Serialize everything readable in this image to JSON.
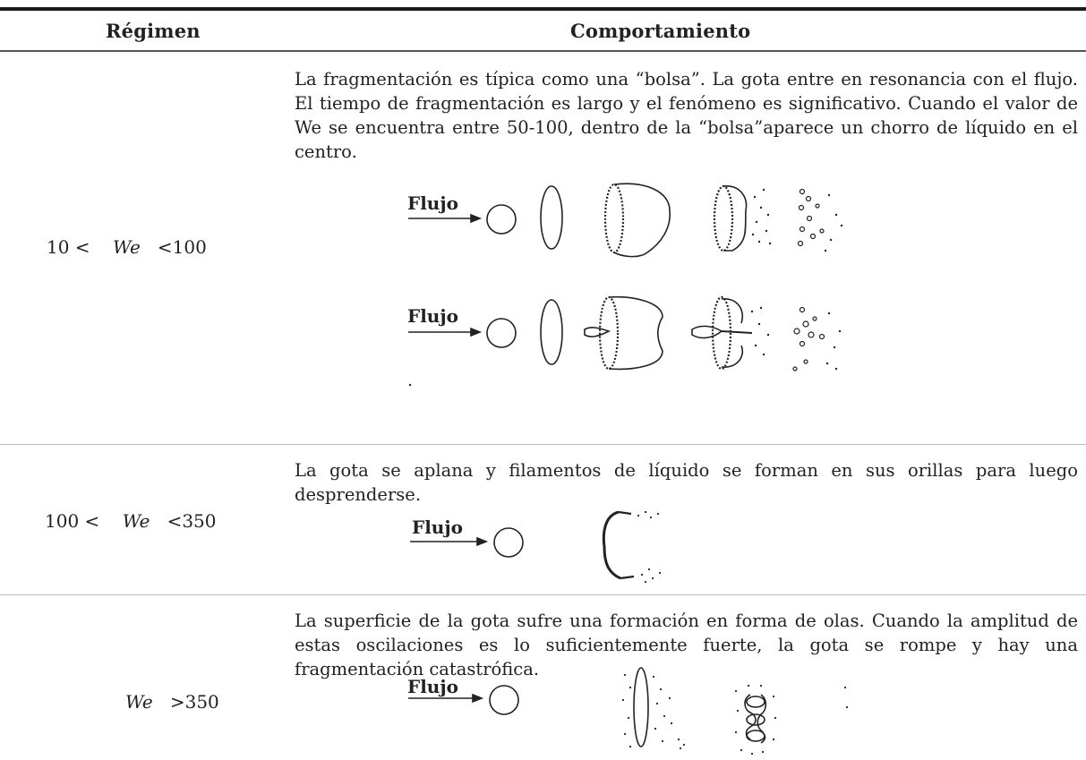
{
  "table": {
    "headers": {
      "regime": "Régimen",
      "behavior": "Comportamiento"
    },
    "rows": [
      {
        "regime_low": "10 <",
        "regime_var": "We",
        "regime_high": "<100",
        "description": "La fragmentación es típica como una “bolsa”. La gota entre en resonancia con el flujo. El tiempo de fragmentación es largo y el fenómeno es significativo. Cuando el valor de We se encuentra entre 50-100, dentro de la “bolsa”aparece un chorro de líquido en el centro.",
        "figure_labels": [
          "Flujo",
          "Flujo"
        ]
      },
      {
        "regime_low": "100 <",
        "regime_var": "We",
        "regime_high": "<350",
        "description": "La gota se aplana y filamentos de líquido se forman en sus orillas para luego desprenderse.",
        "figure_labels": [
          "Flujo"
        ]
      },
      {
        "regime_low": "",
        "regime_var": "We",
        "regime_high": ">350",
        "description": "La superficie de la gota sufre una formación en forma de olas. Cuando la amplitud de estas oscilaciones es lo suficientemente fuerte, la gota se rompe y hay una fragmentación catastrófica.",
        "figure_labels": [
          "Flujo"
        ]
      }
    ]
  },
  "colors": {
    "text": "#222222",
    "rule_top": "#1a1a1a",
    "rule_row": "#bbbbbb"
  }
}
